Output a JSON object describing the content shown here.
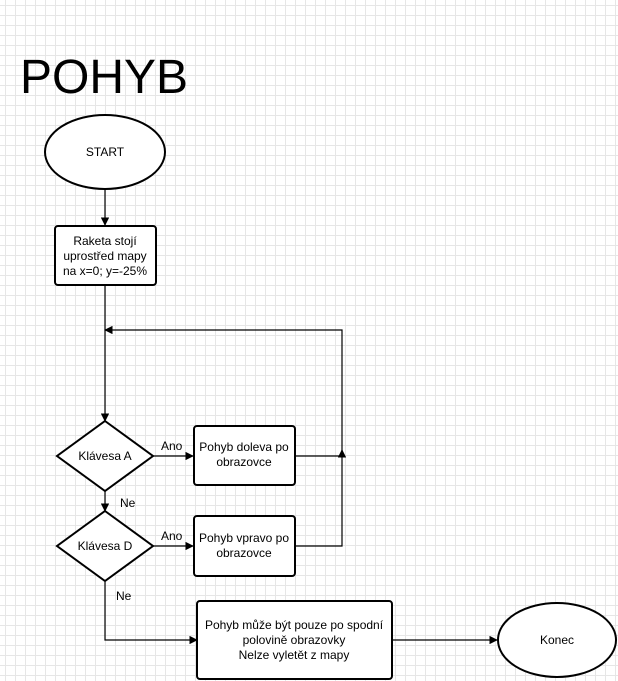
{
  "title": "POHYB",
  "nodes": {
    "start": "START",
    "init": [
      "Raketa stojí",
      "uprostřed mapy",
      "na x=0; y=-25%"
    ],
    "key_a": "Klávesa A",
    "key_d": "Klávesa D",
    "move_left": [
      "Pohyb doleva po",
      "obrazovce"
    ],
    "move_right": [
      "Pohyb vpravo po",
      "obrazovce"
    ],
    "constraint": [
      "Pohyb může být pouze po spodní",
      "polovině obrazovky",
      "Nelze vyletět z mapy"
    ],
    "end": "Konec"
  },
  "edge_labels": {
    "a_yes": "Ano",
    "a_no": "Ne",
    "d_yes": "Ano",
    "d_no": "Ne"
  }
}
